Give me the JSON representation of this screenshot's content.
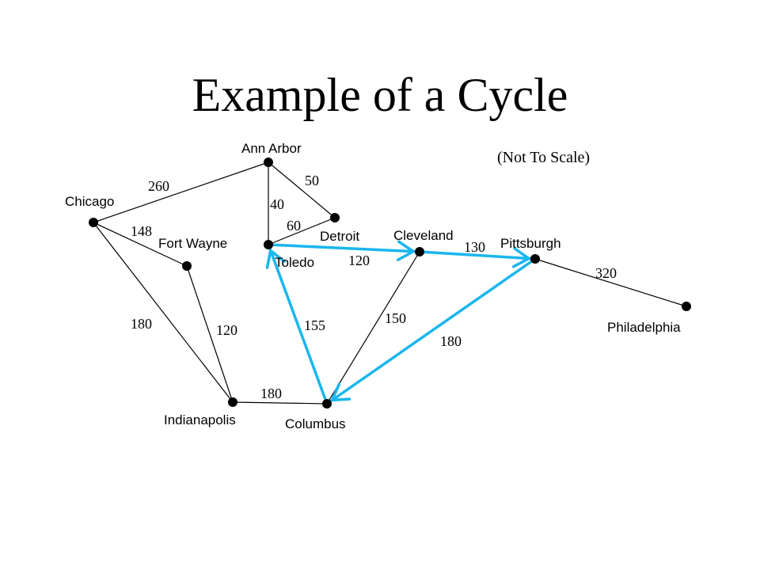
{
  "slide": {
    "title": "Example of a Cycle",
    "note": "(Not To Scale)"
  },
  "colors": {
    "edge": "#000000",
    "node": "#000000",
    "cycle": "#1ab6ee"
  },
  "graph": {
    "nodes": [
      {
        "id": "ann-arbor",
        "label": "Ann Arbor"
      },
      {
        "id": "chicago",
        "label": "Chicago"
      },
      {
        "id": "detroit",
        "label": "Detroit"
      },
      {
        "id": "toledo",
        "label": "Toledo"
      },
      {
        "id": "fort-wayne",
        "label": "Fort Wayne"
      },
      {
        "id": "cleveland",
        "label": "Cleveland"
      },
      {
        "id": "pittsburgh",
        "label": "Pittsburgh"
      },
      {
        "id": "philadelphia",
        "label": "Philadelphia"
      },
      {
        "id": "indianapolis",
        "label": "Indianapolis"
      },
      {
        "id": "columbus",
        "label": "Columbus"
      }
    ],
    "edges": [
      {
        "id": "chicago-ann-arbor",
        "from": "chicago",
        "to": "ann-arbor",
        "weight": "260"
      },
      {
        "id": "ann-arbor-detroit",
        "from": "ann-arbor",
        "to": "detroit",
        "weight": "50"
      },
      {
        "id": "ann-arbor-toledo",
        "from": "ann-arbor",
        "to": "toledo",
        "weight": "40"
      },
      {
        "id": "toledo-detroit",
        "from": "toledo",
        "to": "detroit",
        "weight": "60"
      },
      {
        "id": "chicago-fort-wayne",
        "from": "chicago",
        "to": "fort-wayne",
        "weight": "148"
      },
      {
        "id": "chicago-indianapolis",
        "from": "chicago",
        "to": "indianapolis",
        "weight": "180"
      },
      {
        "id": "fort-wayne-indianapolis",
        "from": "fort-wayne",
        "to": "indianapolis",
        "weight": "120"
      },
      {
        "id": "indianapolis-columbus",
        "from": "indianapolis",
        "to": "columbus",
        "weight": "180"
      },
      {
        "id": "columbus-cleveland",
        "from": "columbus",
        "to": "cleveland",
        "weight": "150"
      },
      {
        "id": "pittsburgh-philadelphia",
        "from": "pittsburgh",
        "to": "philadelphia",
        "weight": "320"
      },
      {
        "id": "toledo-cleveland",
        "from": "toledo",
        "to": "cleveland",
        "weight": "120"
      },
      {
        "id": "cleveland-pittsburgh",
        "from": "cleveland",
        "to": "pittsburgh",
        "weight": "130"
      },
      {
        "id": "pittsburgh-columbus",
        "from": "pittsburgh",
        "to": "columbus",
        "weight": "180"
      },
      {
        "id": "columbus-toledo",
        "from": "columbus",
        "to": "toledo",
        "weight": "155"
      }
    ],
    "cycle": [
      "toledo",
      "cleveland",
      "pittsburgh",
      "columbus",
      "toledo"
    ]
  }
}
